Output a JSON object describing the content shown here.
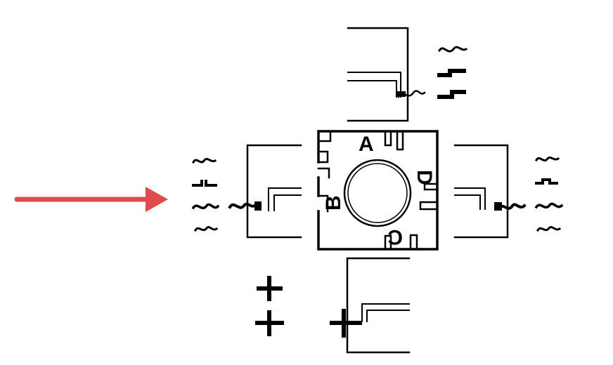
{
  "labels": {
    "a": "A",
    "b": "B",
    "c": "C",
    "d": "D"
  },
  "colors": {
    "ink": "#000000",
    "arrow": "#e04a4a",
    "background": "#ffffff"
  },
  "highlight": {
    "icon": "red-arrow-icon",
    "points_to": "left-piece"
  },
  "matching_options": {
    "top_piece": [
      "wave-edge",
      "step-edge",
      "step-edge"
    ],
    "left_piece": [
      "wave-edge",
      "step-edge",
      "wave-edge",
      "wave-edge"
    ],
    "right_piece": [
      "wave-edge",
      "step-edge",
      "wave-edge",
      "wave-edge"
    ],
    "bottom_piece": [
      "cross-edge",
      "cross-edge"
    ]
  }
}
